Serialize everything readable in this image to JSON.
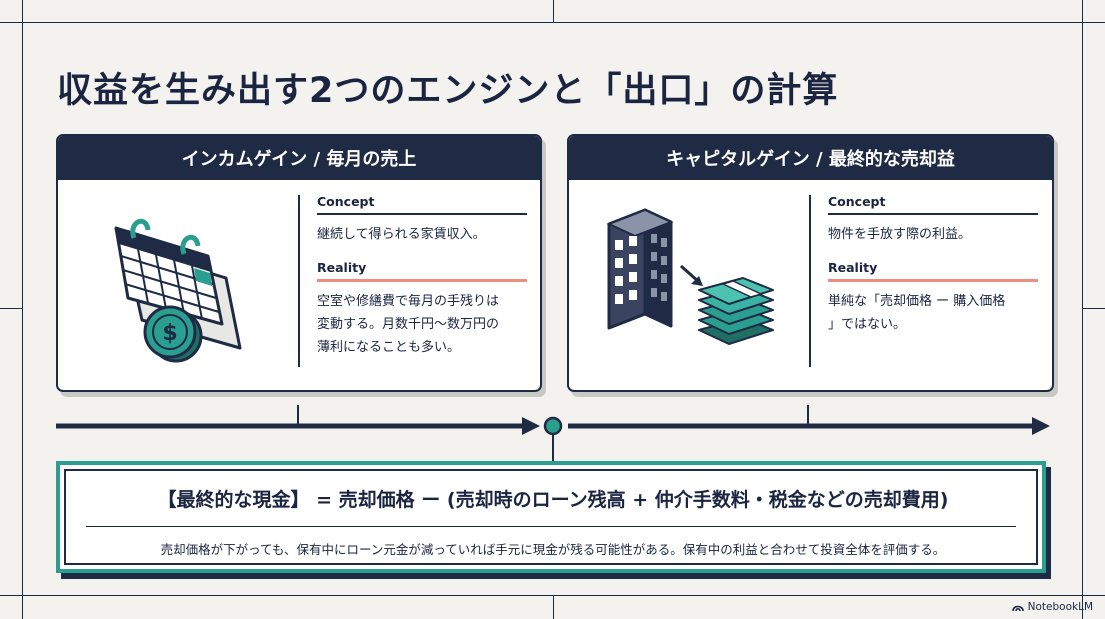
{
  "title": "収益を生み出す2つのエンジンと「出口」の計算",
  "cards": [
    {
      "header": "インカムゲイン / 毎月の売上",
      "concept_label": "Concept",
      "concept_text": "継続して得られる家賃収入。",
      "reality_label": "Reality",
      "reality_lines": [
        "空室や修繕費で毎月の手残りは",
        "変動する。月数千円〜数万円の",
        "薄利になることも多い。"
      ],
      "icon": "calendar-coin-icon"
    },
    {
      "header": "キャピタルゲイン / 最終的な売却益",
      "concept_label": "Concept",
      "concept_text": "物件を手放す際の利益。",
      "reality_label": "Reality",
      "reality_lines": [
        "単純な「売却価格 ー 購入価格",
        "」ではない。"
      ],
      "icon": "building-cash-icon"
    }
  ],
  "formula": "【最終的な現金】 = 売却価格 ー (売却時のローン残高 + 仲介手数料・税金などの売却費用)",
  "note": "売却価格が下がっても、保有中にローン元金が減っていれば手元に現金が残る可能性がある。保有中の利益と合わせて投資全体を評価する。",
  "brand": "NotebookLM",
  "colors": {
    "navy": "#1f2a44",
    "teal": "#2a9f8f",
    "accent_red": "#ef8e7c",
    "background": "#f3f2ee"
  }
}
